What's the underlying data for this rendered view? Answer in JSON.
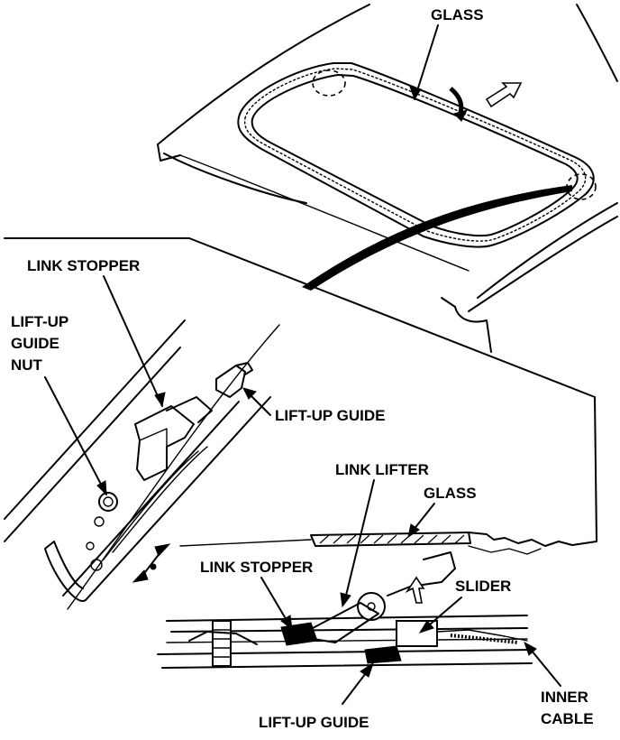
{
  "labels": {
    "glass_top": "GLASS",
    "link_stopper_top": "LINK STOPPER",
    "lift_up_guide_nut": [
      "LIFT-UP",
      "GUIDE",
      "NUT"
    ],
    "lift_up_guide_mid": "LIFT-UP GUIDE",
    "link_lifter": "LINK LIFTER",
    "glass_detail": "GLASS",
    "link_stopper_bottom": "LINK STOPPER",
    "slider": "SLIDER",
    "lift_up_guide_bottom": "LIFT-UP GUIDE",
    "inner_cable": [
      "INNER",
      "CABLE"
    ]
  },
  "colors": {
    "ink": "#000000",
    "paper": "#ffffff"
  }
}
